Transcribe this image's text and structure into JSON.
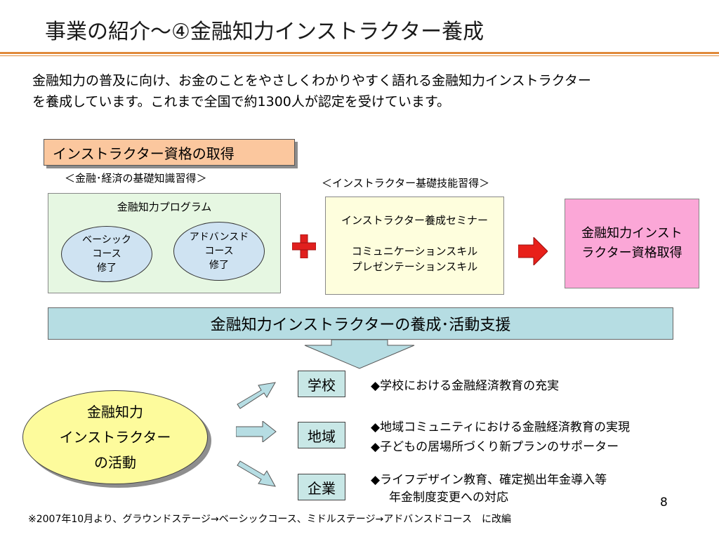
{
  "slide": {
    "title": "事業の紹介～④金融知力インストラクター養成",
    "intro_line1": "金融知力の普及に向け、お金のことをやさしくわかりやすく語れる金融知力インストラクター",
    "intro_line2": "を養成しています。これまで全国で約1300人が認定を受けています。",
    "page_number": "8",
    "footnote": "※2007年10月より、グラウンドステージ→ベーシックコース、ミドルステージ→アドバンスドコース　に改編"
  },
  "acquisition": {
    "header": "インストラクター資格の取得",
    "sub_knowledge": "＜金融･経済の基礎知識習得＞",
    "sub_skill": "＜インストラクター基礎技能習得＞",
    "program": {
      "title": "金融知力プログラム",
      "basic": [
        "ベーシック",
        "コース",
        "修了"
      ],
      "advanced": [
        "アドバンスド",
        "コース",
        "修了"
      ]
    },
    "seminar": {
      "title": "インストラクター養成セミナー",
      "skill1": "コミュニケーションスキル",
      "skill2": "プレゼンテーションスキル"
    },
    "certification": [
      "金融知力インスト",
      "ラクター資格取得"
    ]
  },
  "support_banner": "金融知力インストラクターの養成･活動支援",
  "activity": {
    "lines": [
      "金融知力",
      "インストラクター",
      "の活動"
    ],
    "categories": [
      {
        "label": "学校",
        "items": [
          "◆学校における金融経済教育の充実"
        ]
      },
      {
        "label": "地域",
        "items": [
          "◆地域コミュニティにおける金融経済教育の実現",
          "◆子どもの居場所づくり新プランのサポーター"
        ]
      },
      {
        "label": "企業",
        "items": [
          "◆ライフデザイン教育、確定拠出年金導入等",
          "年金制度変更への対応"
        ]
      }
    ]
  },
  "colors": {
    "accent_rule": "#e08a3a",
    "plus": "#e0201e",
    "arrow": "#e8201a"
  }
}
